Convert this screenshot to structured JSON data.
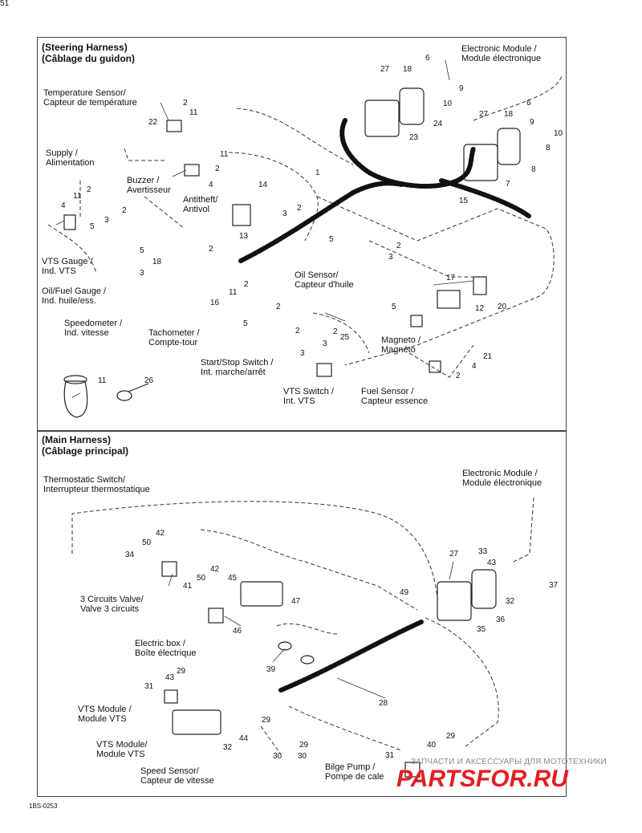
{
  "colors": {
    "line": "#333333",
    "harness": "#111111",
    "watermark_red": "#e31e24",
    "watermark_grey": "#8a8a8a"
  },
  "steering": {
    "title_en": "(Steering Harness)",
    "title_fr": "(Câblage du guidon)",
    "electronic_module": [
      "Electronic Module /",
      "Module électronique"
    ],
    "temperature_sensor": [
      "Temperature Sensor/",
      "Capteur de température"
    ],
    "supply": [
      "Supply /",
      "Alimentation"
    ],
    "buzzer": [
      "Buzzer /",
      "Avertisseur"
    ],
    "antitheft": [
      "Antitheft/",
      "Antivol"
    ],
    "vts_gauge": [
      "VTS Gauge /",
      "Ind. VTS"
    ],
    "oil_fuel_gauge": [
      "Oil/Fuel Gauge /",
      "Ind. huile/ess."
    ],
    "speedometer": [
      "Speedometer /",
      "Ind. vitesse"
    ],
    "tachometer": [
      "Tachometer /",
      "Compte-tour"
    ],
    "oil_sensor": [
      "Oil Sensor/",
      "Capteur d'huile"
    ],
    "magneto": [
      "Magneto /",
      "Magnéto"
    ],
    "start_stop": [
      "Start/Stop Switch /",
      "Int. marche/arrêt"
    ],
    "vts_switch": [
      "VTS Switch /",
      "Int. VTS"
    ],
    "fuel_sensor": [
      "Fuel Sensor /",
      "Capteur essence"
    ],
    "numbers": [
      "6",
      "18",
      "27",
      "9",
      "10",
      "2",
      "11",
      "22",
      "24",
      "23",
      "27",
      "18",
      "6",
      "9",
      "8",
      "10",
      "8",
      "7",
      "1",
      "11",
      "2",
      "4",
      "14",
      "2",
      "3",
      "13",
      "11",
      "2",
      "4",
      "3",
      "5",
      "2",
      "5",
      "2",
      "3",
      "15",
      "5",
      "3",
      "2",
      "5",
      "18",
      "2",
      "11",
      "2",
      "17",
      "12",
      "20",
      "16",
      "2",
      "3",
      "5",
      "21",
      "2",
      "3",
      "25",
      "2",
      "4",
      "11",
      "26",
      "51"
    ]
  },
  "main": {
    "title_en": "(Main Harness)",
    "title_fr": "(Câblage principal)",
    "thermostatic_switch": [
      "Thermostatic Switch/",
      "Interrupteur thermostatique"
    ],
    "electronic_module": [
      "Electronic Module /",
      "Module électronique"
    ],
    "three_circuits_valve": [
      "3 Circuits Valve/",
      "Valve 3 circuits"
    ],
    "electric_box": [
      "Electric box /",
      "Boîte électrique"
    ],
    "vts_module_1": [
      "VTS Module /",
      "Module VTS"
    ],
    "vts_module_2": [
      "VTS Module/",
      "Module VTS"
    ],
    "speed_sensor": [
      "Speed Sensor/",
      "Capteur de vitesse"
    ],
    "bilge_pump": [
      "Bilge Pump /",
      "Pompe de cale"
    ],
    "numbers": [
      "42",
      "50",
      "34",
      "41",
      "42",
      "50",
      "45",
      "47",
      "46",
      "27",
      "43",
      "33",
      "37",
      "32",
      "49",
      "36",
      "35",
      "39",
      "29",
      "31",
      "43",
      "28",
      "29",
      "32",
      "30",
      "44",
      "30",
      "29",
      "40",
      "29",
      "31"
    ]
  },
  "footer_code": "1BS-0253",
  "watermark": {
    "top": "ЗАПЧАСТИ И АКСЕССУАРЫ ДЛЯ МОТОТЕХНИКИ",
    "brand_a": "PARTS",
    "brand_b": "FOR",
    "domain": ".RU"
  }
}
